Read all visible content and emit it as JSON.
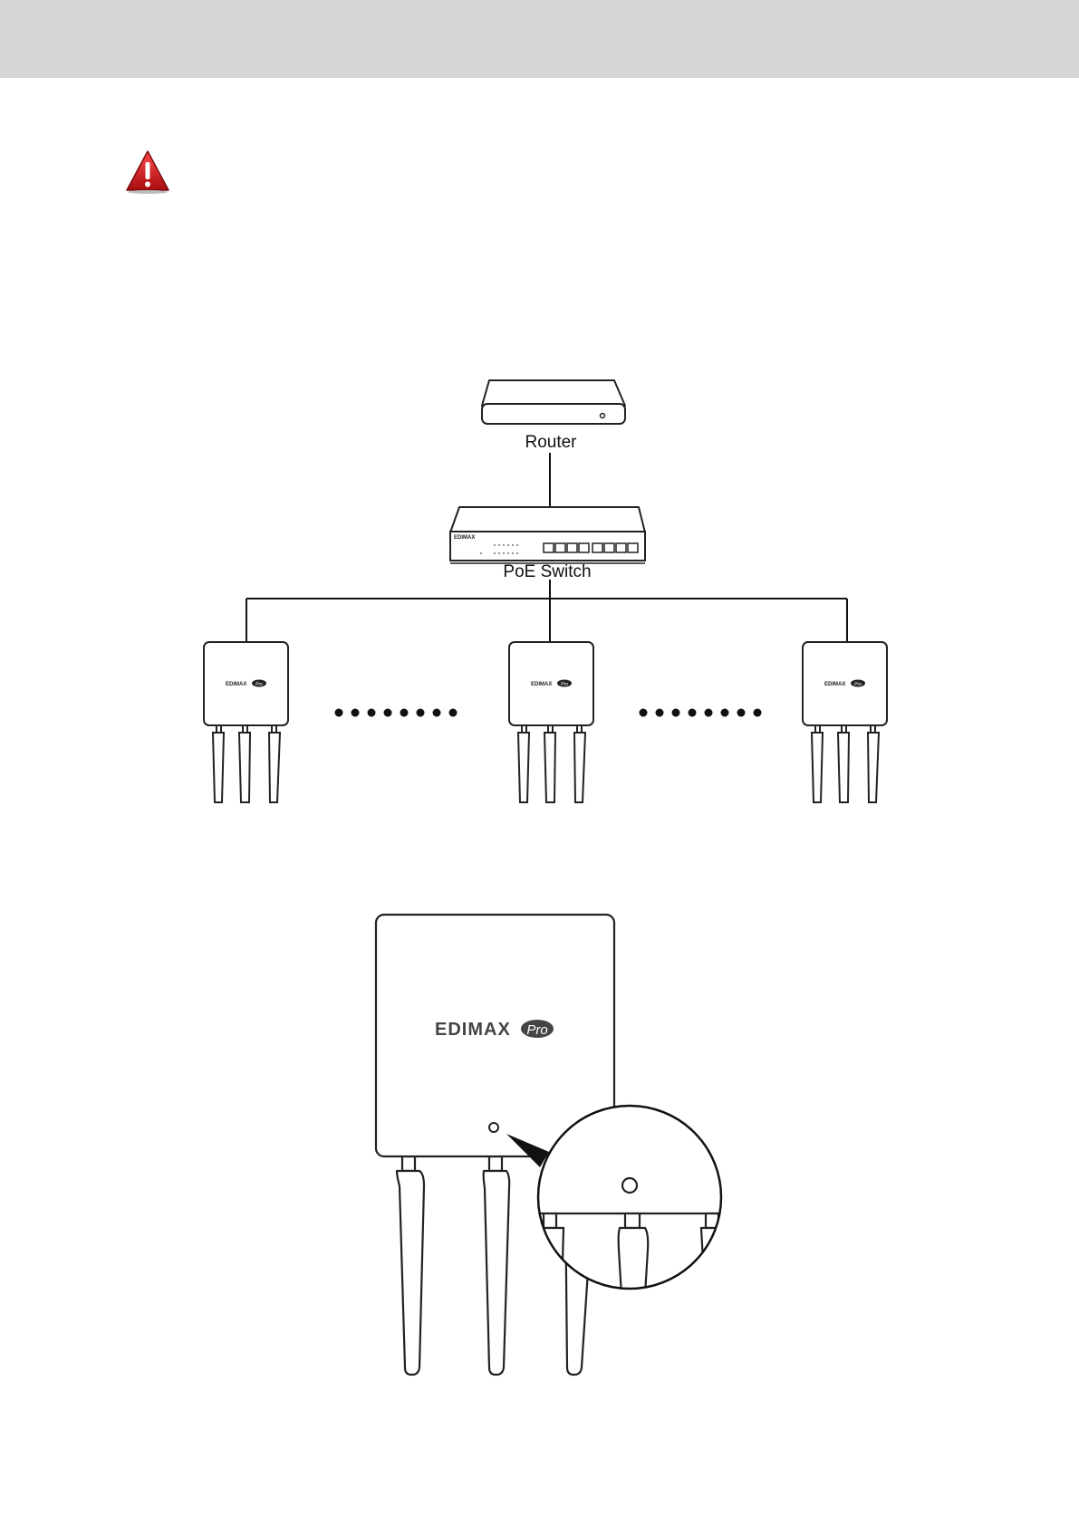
{
  "header": {
    "color": "#d6d6d6"
  },
  "warning": {
    "icon": "warning-triangle-icon",
    "color": "#c8151b"
  },
  "topology": {
    "router_label": "Router",
    "switch_label": "PoE Switch",
    "switch_brand": "EDIMAX",
    "ap_brand": "EDIMAX",
    "ap_brand_suffix": "Pro",
    "access_points": 3
  },
  "product_closeup": {
    "brand": "EDIMAX",
    "brand_suffix": "Pro",
    "feature": "led-indicator"
  }
}
